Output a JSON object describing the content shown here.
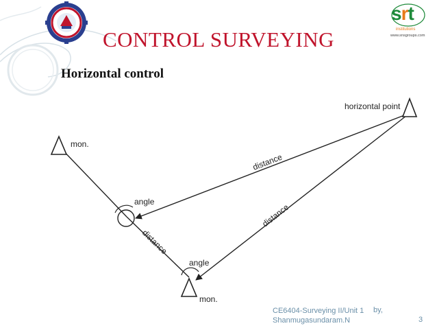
{
  "slide": {
    "title": "CONTROL SURVEYING",
    "subtitle": "Horizontal control"
  },
  "diagram": {
    "labels": {
      "mon_top": "mon.",
      "mon_bottom": "mon.",
      "horizontal_point": "horizontal point",
      "distance_1": "distance",
      "distance_2": "distance",
      "distance_3": "distance",
      "angle_1": "angle",
      "angle_2": "angle"
    }
  },
  "footer": {
    "course": "CE6404-Surveying II/Unit 1",
    "by": "by,",
    "author": "Shanmugasundaram.N",
    "page": "3"
  },
  "colors": {
    "title": "#c0142c",
    "footer": "#6a8fa8",
    "deco": "#c9d6de",
    "logo_green": "#1e8a3a",
    "logo_orange": "#e87a1a"
  }
}
